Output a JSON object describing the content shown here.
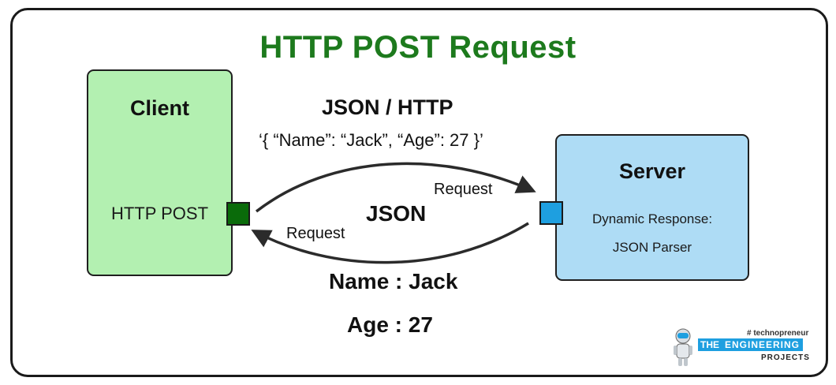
{
  "title": "HTTP POST Request",
  "client": {
    "title": "Client",
    "label": "HTTP POST"
  },
  "server": {
    "title": "Server",
    "line1": "Dynamic Response:",
    "line2": "JSON Parser"
  },
  "top_arrow": {
    "heading": "JSON / HTTP",
    "payload": "‘{ “Name”: “Jack”, “Age”: 27 }’",
    "label": "Request"
  },
  "bottom_arrow": {
    "heading": "JSON",
    "label": "Request"
  },
  "result": {
    "line1": "Name : Jack",
    "line2": "Age : 27"
  },
  "brand": {
    "tag": "# technopreneur",
    "the": "THE",
    "name": "ENGINEERING",
    "sub": "PROJECTS"
  },
  "colors": {
    "title": "#1d7a1d",
    "client_fill": "#b3f0b1",
    "server_fill": "#aedcf5",
    "client_port": "#0a6b0a",
    "server_port": "#1e9fe0",
    "brand": "#1e9fe0"
  },
  "icons": [
    "robot-mascot-icon"
  ]
}
